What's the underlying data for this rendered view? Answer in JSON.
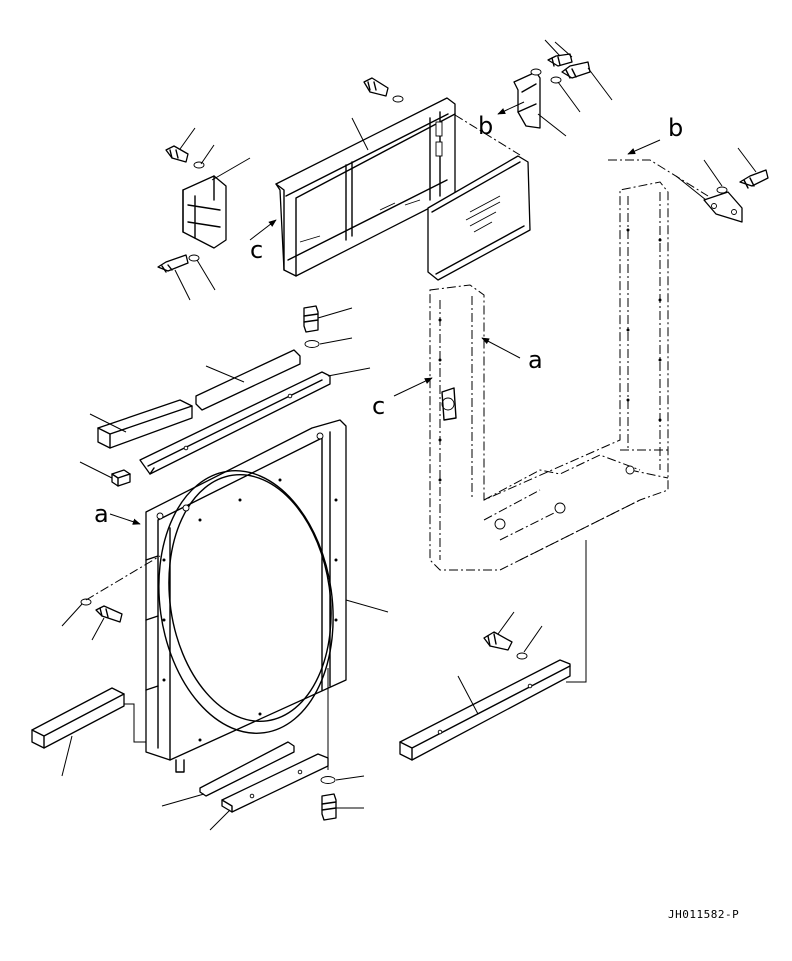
{
  "drawing": {
    "id": "JH011582-P"
  },
  "reference_marks": {
    "a": "a",
    "b": "b",
    "c": "c"
  }
}
